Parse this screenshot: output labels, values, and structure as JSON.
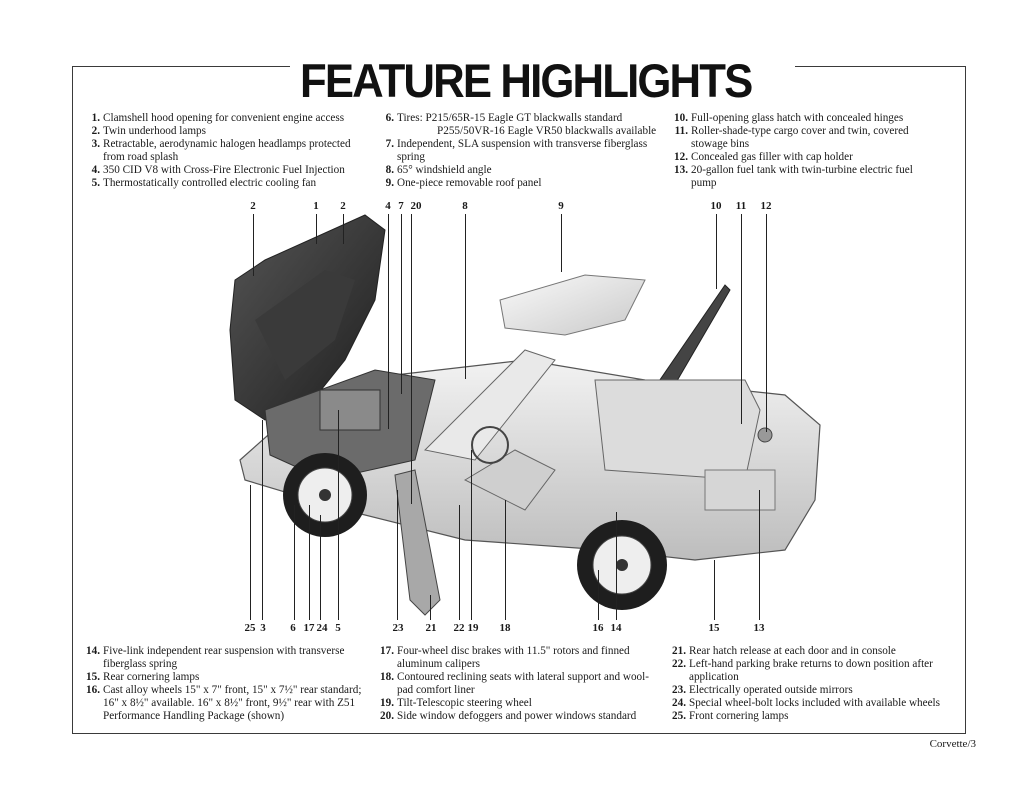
{
  "page": {
    "title": "FEATURE HIGHLIGHTS",
    "footer": "Corvette/3"
  },
  "features": {
    "top_left": [
      {
        "num": "1.",
        "text": "Clamshell hood opening for convenient engine access"
      },
      {
        "num": "2.",
        "text": "Twin underhood lamps"
      },
      {
        "num": "3.",
        "text": "Retractable, aerodynamic halogen headlamps protected from road splash"
      },
      {
        "num": "4.",
        "text": "350 CID V8 with Cross-Fire Electronic Fuel Injection"
      },
      {
        "num": "5.",
        "text": "Thermostatically controlled electric cooling fan"
      }
    ],
    "top_middle": [
      {
        "num": "6.",
        "text": "Tires: P215/65R-15 Eagle GT blackwalls standard",
        "text2": "P255/50VR-16 Eagle VR50 blackwalls available"
      },
      {
        "num": "7.",
        "text": "Independent, SLA suspension with transverse fiberglass spring"
      },
      {
        "num": "8.",
        "text": "65° windshield angle"
      },
      {
        "num": "9.",
        "text": "One-piece removable roof panel"
      }
    ],
    "top_right": [
      {
        "num": "10.",
        "text": "Full-opening glass hatch with concealed hinges"
      },
      {
        "num": "11.",
        "text": "Roller-shade-type cargo cover and twin, covered stowage bins"
      },
      {
        "num": "12.",
        "text": "Concealed gas filler with cap holder"
      },
      {
        "num": "13.",
        "text": "20-gallon fuel tank with twin-turbine electric fuel pump"
      }
    ],
    "bottom_left": [
      {
        "num": "14.",
        "text": "Five-link independent rear suspension with transverse fiberglass spring"
      },
      {
        "num": "15.",
        "text": "Rear cornering lamps"
      },
      {
        "num": "16.",
        "text": "Cast alloy wheels 15\" x 7\" front, 15\" x 7½\" rear standard; 16\" x 8½\" available. 16\" x 8½\" front, 9½\" rear with Z51 Performance Handling Package (shown)"
      }
    ],
    "bottom_middle": [
      {
        "num": "17.",
        "text": "Four-wheel disc brakes with 11.5\" rotors and finned aluminum calipers"
      },
      {
        "num": "18.",
        "text": "Contoured reclining seats with lateral support and wool-pad comfort liner"
      },
      {
        "num": "19.",
        "text": "Tilt-Telescopic steering wheel"
      },
      {
        "num": "20.",
        "text": "Side window defoggers and power windows standard"
      }
    ],
    "bottom_right": [
      {
        "num": "21.",
        "text": "Rear hatch release at each door and in console"
      },
      {
        "num": "22.",
        "text": "Left-hand parking brake returns to down position after application"
      },
      {
        "num": "23.",
        "text": "Electrically operated outside mirrors"
      },
      {
        "num": "24.",
        "text": "Special wheel-bolt locks included with available wheels"
      },
      {
        "num": "25.",
        "text": "Front cornering lamps"
      }
    ]
  },
  "callouts": {
    "top": [
      "2",
      "1",
      "2",
      "4",
      "7",
      "20",
      "8",
      "9",
      "10",
      "11",
      "12"
    ],
    "bottom": [
      "25",
      "3",
      "6",
      "17",
      "24",
      "5",
      "23",
      "21",
      "22",
      "19",
      "18",
      "16",
      "14",
      "15",
      "13"
    ]
  },
  "illustration": {
    "subject": "cutaway-corvette-illustration"
  }
}
